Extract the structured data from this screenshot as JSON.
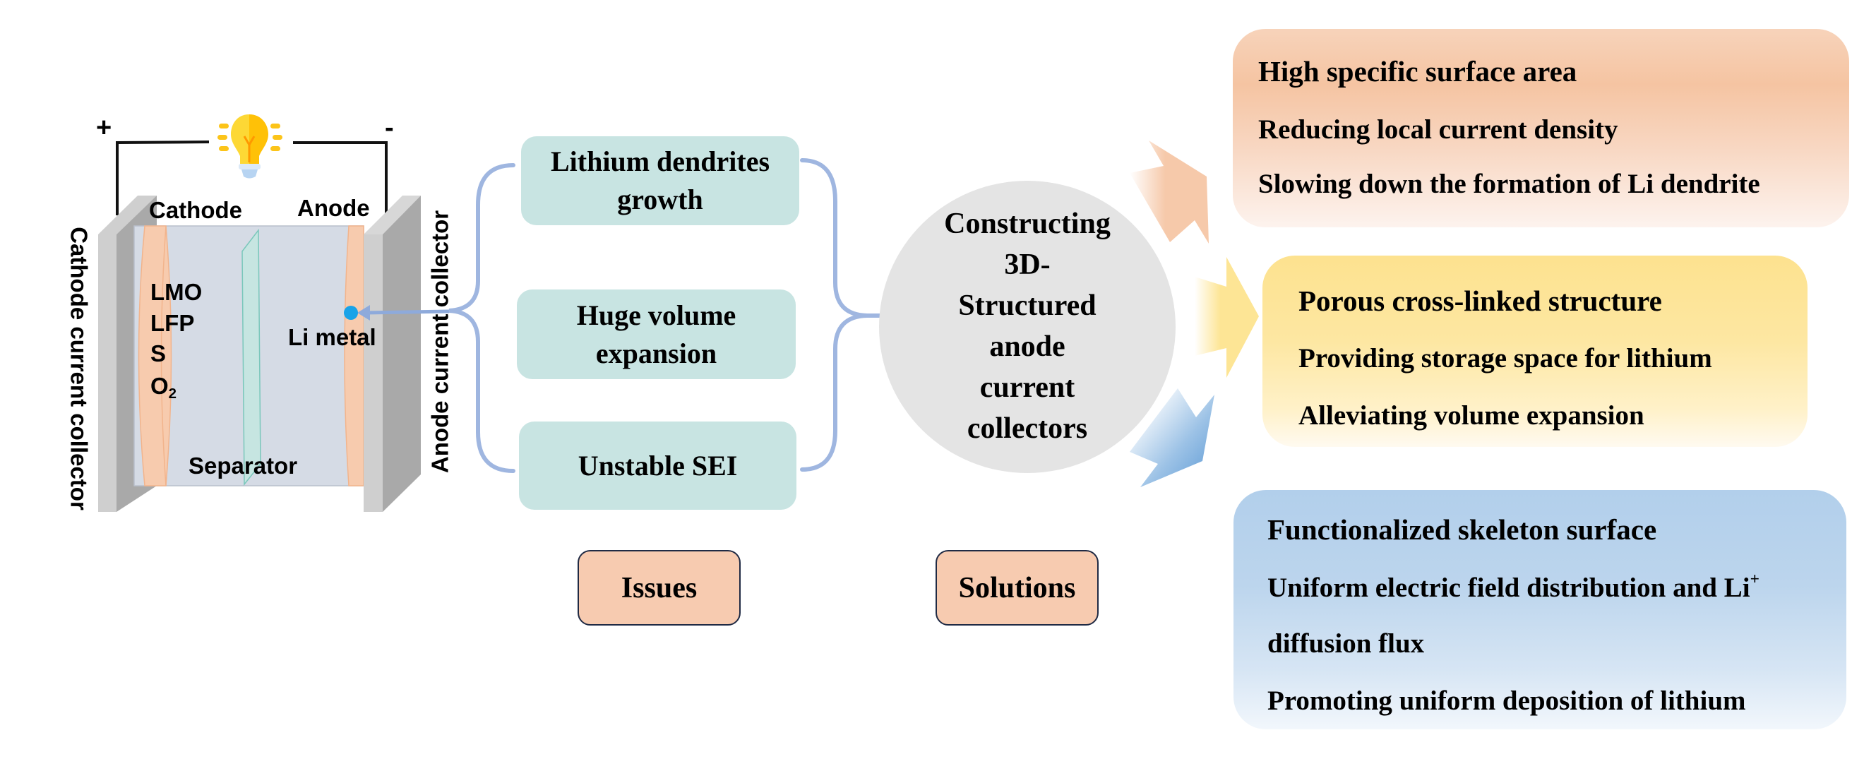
{
  "battery": {
    "plus_sign": "+",
    "minus_sign": "-",
    "cathode_label": "Cathode",
    "anode_label": "Anode",
    "cathode_materials": [
      "LMO",
      "LFP",
      "S",
      "O"
    ],
    "o2_subscript": "2",
    "anode_material": "Li metal",
    "separator_label": "Separator",
    "cathode_collector_label": "Cathode current collector",
    "anode_collector_label": "Anode current collector",
    "bulb_icon": "light-bulb-icon"
  },
  "issues": {
    "items": [
      {
        "line1": "Lithium dendrites",
        "line2": "growth"
      },
      {
        "line1": "Huge volume",
        "line2": "expansion"
      },
      {
        "line1": "Unstable SEI",
        "line2": ""
      }
    ],
    "tag": "Issues"
  },
  "core": {
    "lines": [
      "Constructing",
      "3D-",
      "Structured",
      "anode",
      "current",
      "collectors"
    ]
  },
  "solutions": {
    "tag": "Solutions",
    "panels": [
      {
        "heading": "High specific surface area",
        "points": [
          "Reducing local current density",
          "Slowing down the formation of Li dendrite"
        ],
        "color": "#f5c4a2"
      },
      {
        "heading": "Porous cross-linked structure",
        "points": [
          "Providing storage space for lithium",
          "Alleviating volume expansion"
        ],
        "color": "#fde28f"
      },
      {
        "heading": "Functionalized skeleton surface",
        "points": [
          "Uniform electric field distribution and Li",
          "diffusion flux",
          "Promoting uniform deposition of lithium"
        ],
        "li_superscript": "+",
        "color": "#b2cfeb"
      }
    ]
  },
  "colors": {
    "issue_fill": "#c8e4e2",
    "bracket": "#9fb6e0",
    "tag_fill": "#f7cbb0",
    "core_fill": "#e4e4e4",
    "electrode_orange": "#f7cbae",
    "electrolyte": "#d5dbe5",
    "separator": "#c6e5e1",
    "li_dot": "#1aa3e8"
  }
}
